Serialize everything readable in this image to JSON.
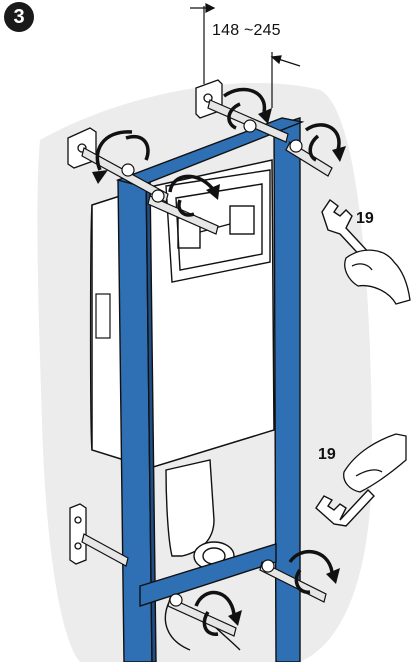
{
  "step_number": "3",
  "dimension_label": "148 ~245",
  "wrench_labels": {
    "top": "19",
    "bottom": "19"
  },
  "colors": {
    "frame_blue": "#2f6fb3",
    "frame_edge": "#111111",
    "background_blob": "#ececec",
    "cistern": "#ffffff"
  },
  "icons": [
    "wall-bracket-icon",
    "threaded-rod-icon",
    "rotation-arrow-icon",
    "wrench-icon",
    "hand-icon"
  ]
}
